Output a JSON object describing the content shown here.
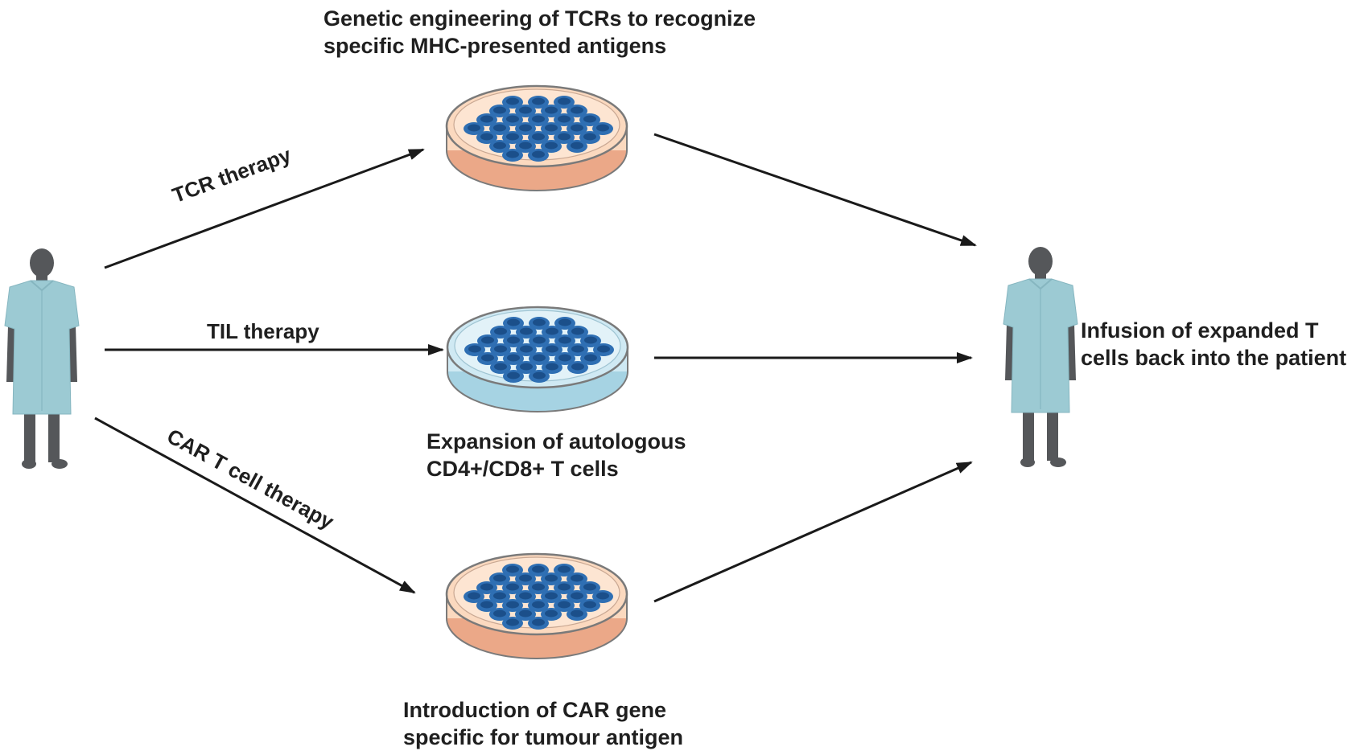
{
  "diagram": {
    "top_dish_caption": [
      "Genetic engineering of TCRs to recognize",
      "specific MHC-presented antigens"
    ],
    "middle_dish_caption": [
      "Expansion of autologous",
      "CD4+/CD8+ T cells"
    ],
    "bottom_dish_caption": [
      "Introduction of CAR gene",
      "specific for tumour antigen"
    ],
    "patient_caption": [
      "Infusion of expanded T",
      "cells back into the patient"
    ],
    "arrow_labels": {
      "tcr": "TCR therapy",
      "til": "TIL therapy",
      "car": "CAR T cell therapy"
    },
    "colors": {
      "dish_peach": "#fbd9bf",
      "dish_blue": "#cfe9f3",
      "cell": "#2f6fb3",
      "cell_dark": "#1b4f8a",
      "gown": "#9ccad3",
      "skin": "#55575a",
      "arrow": "#1a1a1a"
    }
  }
}
